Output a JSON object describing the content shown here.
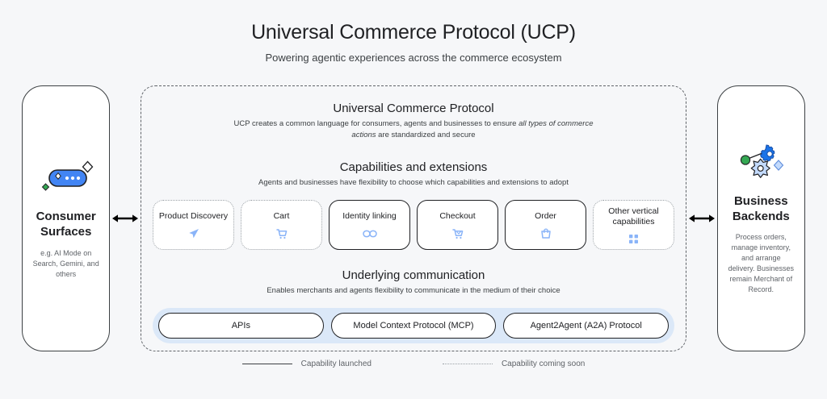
{
  "header": {
    "title": "Universal Commerce Protocol (UCP)",
    "subtitle": "Powering agentic experiences across the commerce ecosystem"
  },
  "left_panel": {
    "icon": "ai-sparkle-pill-icon",
    "title": "Consumer\nSurfaces",
    "title_line1": "Consumer",
    "title_line2": "Surfaces",
    "description": "e.g. AI Mode on Search, Gemini, and others"
  },
  "right_panel": {
    "icon": "gears-backend-icon",
    "title_line1": "Business",
    "title_line2": "Backends",
    "description": "Process orders, manage inventory, and arrange delivery. Businesses remain Merchant of Record."
  },
  "arrows": {
    "left": "double-arrow-horizontal-icon",
    "right": "double-arrow-horizontal-icon"
  },
  "center": {
    "protocol": {
      "title": "Universal Commerce Protocol",
      "subtitle_part1": "UCP creates a common language for consumers, agents and businesses to ensure ",
      "subtitle_italic": "all types of commerce actions",
      "subtitle_part2": " are standardized and secure"
    },
    "capabilities": {
      "title": "Capabilities and extensions",
      "subtitle": "Agents and businesses have flexibility to choose which capabilities and extensions to adopt",
      "cards": [
        {
          "label": "Product Discovery",
          "status": "soon",
          "icon": "send-paper-plane-icon"
        },
        {
          "label": "Cart",
          "status": "soon",
          "icon": "shopping-cart-icon"
        },
        {
          "label": "Identity linking",
          "status": "launched",
          "icon": "chain-link-icon"
        },
        {
          "label": "Checkout",
          "status": "launched",
          "icon": "checkout-cart-icon"
        },
        {
          "label": "Order",
          "status": "launched",
          "icon": "shopping-bag-icon"
        },
        {
          "label": "Other vertical capabilities",
          "status": "soon",
          "icon": "grid-squares-icon"
        }
      ]
    },
    "communication": {
      "title": "Underlying communication",
      "subtitle": "Enables merchants and agents flexibility to communicate in the medium of their choice",
      "pills": [
        {
          "label": "APIs"
        },
        {
          "label": "Model Context Protocol (MCP)"
        },
        {
          "label": "Agent2Agent (A2A) Protocol"
        }
      ]
    }
  },
  "legend": [
    {
      "label": "Capability launched",
      "style": "solid"
    },
    {
      "label": "Capability coming soon",
      "style": "dotted"
    }
  ],
  "colors": {
    "background": "#f6f7f9",
    "accent_blue": "#4285f4",
    "icon_blue": "#8ab4f8",
    "green": "#34a853",
    "rail_blue": "#dbe8f8",
    "text_primary": "#202124",
    "text_secondary": "#5f6368"
  }
}
